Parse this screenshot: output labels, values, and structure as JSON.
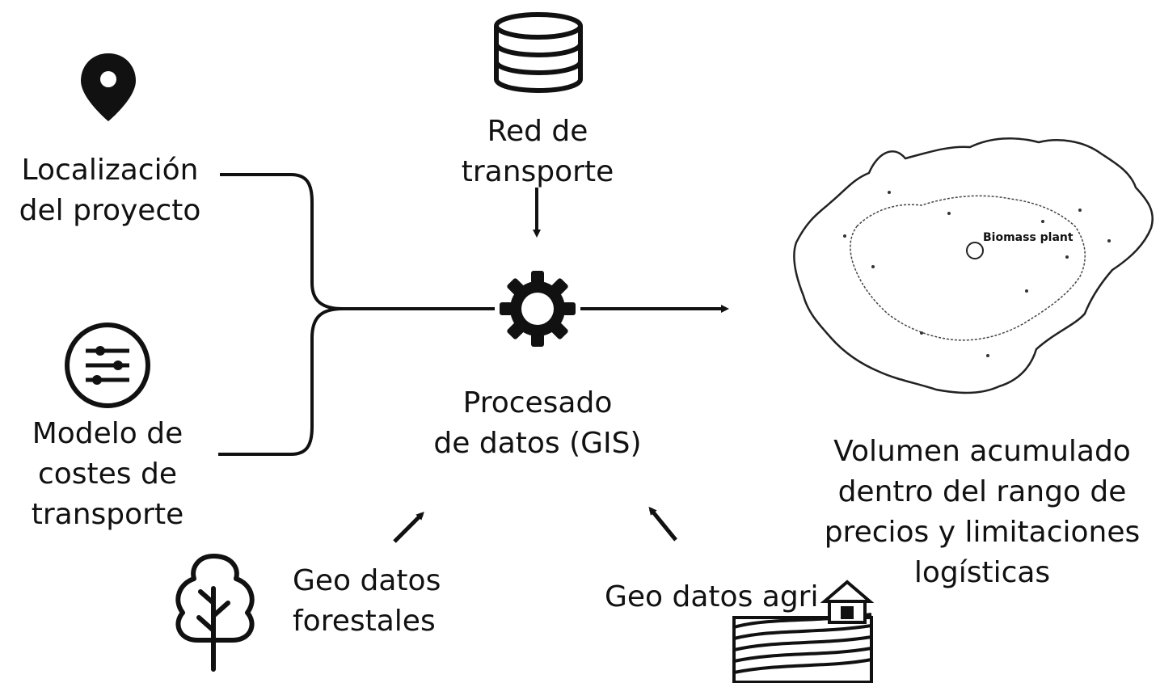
{
  "nodes": {
    "location": {
      "line1": "Localización",
      "line2": "del proyecto",
      "icon": "location-pin-icon"
    },
    "transport_network": {
      "line1": "Red de",
      "line2": "transporte",
      "icon": "database-icon"
    },
    "cost_model": {
      "line1": "Modelo de",
      "line2": "costes de",
      "line3": "transporte",
      "icon": "sliders-icon"
    },
    "processing": {
      "line1": "Procesado",
      "line2": "de datos (GIS)",
      "icon": "gear-icon"
    },
    "forest_data": {
      "line1": "Geo datos",
      "line2": "forestales",
      "icon": "tree-icon"
    },
    "agri_data": {
      "line1": "Geo datos agri",
      "icon": "farm-field-icon"
    },
    "output": {
      "line1": "Volumen acumulado",
      "line2": "dentro del rango de",
      "line3": "precios y limitaciones",
      "line4": "logísticas",
      "map_label": "Biomass plant",
      "icon": "region-map"
    }
  },
  "colors": {
    "ink": "#111111",
    "background": "#ffffff"
  }
}
